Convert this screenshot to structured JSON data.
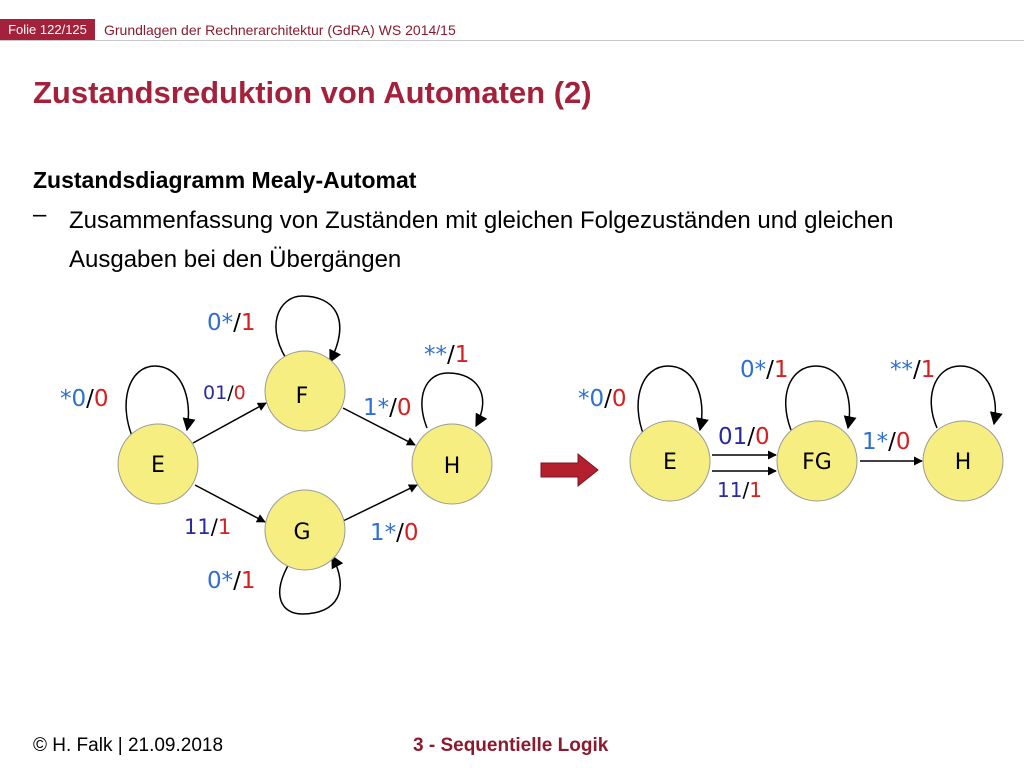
{
  "header": {
    "slide_badge": "Folie 122/125",
    "course": "Grundlagen der Rechnerarchitektur (GdRA) WS 2014/15"
  },
  "title": "Zustandsreduktion von Automaten (2)",
  "subtitle": "Zustandsdiagramm Mealy-Automat",
  "bullet": {
    "dash": "–",
    "text": "Zusammenfassung von Zuständen mit gleichen Folgezuständen und gleichen Ausgaben bei den Übergängen"
  },
  "colors": {
    "accent": "#a3213a",
    "state_fill": "#f6ee80",
    "input_blue": "#2f6fd1",
    "input_navy": "#2a2aa3",
    "output_red": "#d42020",
    "arrow_red": "#b5202e"
  },
  "diagram_left": {
    "states": {
      "E": "E",
      "F": "F",
      "G": "G",
      "H": "H"
    },
    "labels": {
      "f_loop": {
        "input": "0*",
        "sep": "/",
        "output": "1"
      },
      "g_loop": {
        "input": "0*",
        "sep": "/",
        "output": "1"
      },
      "h_loop": {
        "input": "**",
        "sep": "/",
        "output": "1"
      },
      "e_loop": {
        "input": "*0",
        "sep": "/",
        "output": "0"
      },
      "e_to_f": {
        "input": "01",
        "sep": "/",
        "output": "0"
      },
      "e_to_g": {
        "input": "11",
        "sep": "/",
        "output": "1"
      },
      "f_to_h": {
        "input": "1*",
        "sep": "/",
        "output": "0"
      },
      "g_to_h": {
        "input": "1*",
        "sep": "/",
        "output": "0"
      }
    }
  },
  "diagram_right": {
    "states": {
      "E": "E",
      "FG": "FG",
      "H": "H"
    },
    "labels": {
      "e_loop": {
        "input": "*0",
        "sep": "/",
        "output": "0"
      },
      "fg_loop": {
        "input": "0*",
        "sep": "/",
        "output": "1"
      },
      "h_loop": {
        "input": "**",
        "sep": "/",
        "output": "1"
      },
      "e_to_fg_01": {
        "input": "01",
        "sep": "/",
        "output": "0"
      },
      "e_to_fg_11": {
        "input": "11",
        "sep": "/",
        "output": "1"
      },
      "fg_to_h": {
        "input": "1*",
        "sep": "/",
        "output": "0"
      }
    }
  },
  "footer": {
    "left": "© H. Falk | 21.09.2018",
    "center": "3 - Sequentielle Logik"
  }
}
